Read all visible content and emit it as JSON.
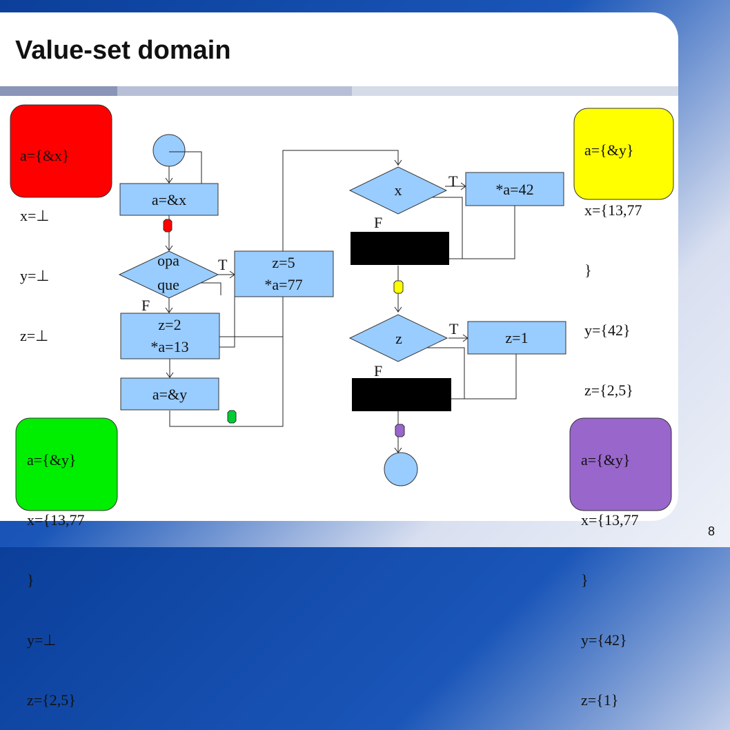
{
  "slide": {
    "title": "Value-set domain",
    "page_number": "8"
  },
  "nodes": {
    "a_eq_addr_x": "a=&x",
    "opaque_line1": "opa",
    "opaque_line2": "que",
    "z5_line1": "z=5",
    "z5_line2": "*a=77",
    "z2_line1": "z=2",
    "z2_line2": "*a=13",
    "a_eq_addr_y": "a=&y",
    "cond_x": "x",
    "star_a_42": "*a=42",
    "cond_z": "z",
    "z_eq_1": "z=1"
  },
  "edge_labels": {
    "opaque_true": "T",
    "opaque_false": "F",
    "x_true": "T",
    "x_false": "F",
    "z_true": "T",
    "z_false": "F"
  },
  "states": {
    "red": {
      "color": "#ff0000",
      "lines": [
        "a={&x}",
        "x=⊥",
        "y=⊥",
        "z=⊥"
      ]
    },
    "green": {
      "color": "#00ee00",
      "lines": [
        "a={&y}",
        "x={13,77",
        "}",
        "y=⊥",
        "z={2,5}"
      ]
    },
    "yellow": {
      "color": "#ffff00",
      "lines": [
        "a={&y}",
        "x={13,77",
        "}",
        "y={42}",
        "z={2,5}"
      ]
    },
    "purple": {
      "color": "#9966cc",
      "lines": [
        "a={&y}",
        "x={13,77",
        "}",
        "y={42}",
        "z={1}"
      ]
    }
  },
  "colors": {
    "node_fill": "#99ccff",
    "redaction": "#000000"
  }
}
